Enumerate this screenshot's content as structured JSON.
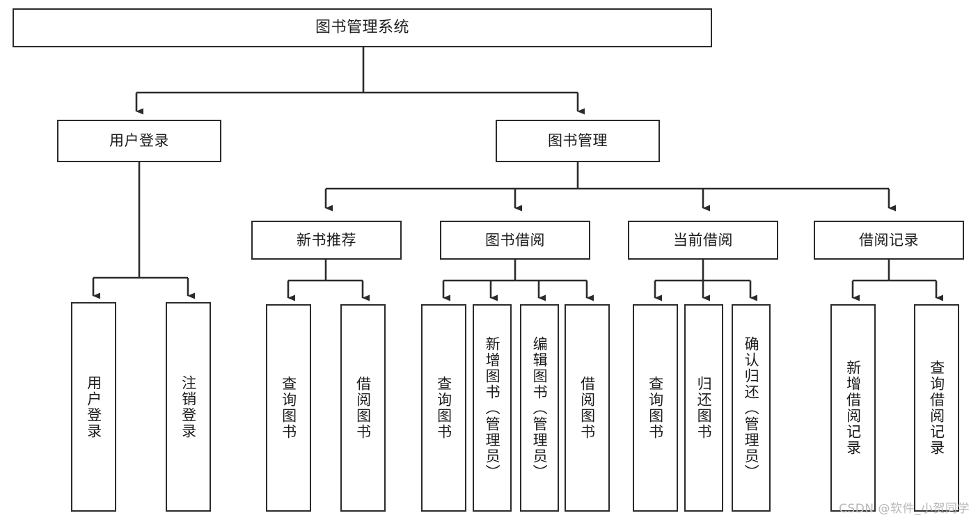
{
  "diagram": {
    "title": "图书管理系统",
    "type": "tree-hierarchy-diagram",
    "background_color": "#ffffff",
    "line_color": "#2b2b2b",
    "box_fill": "#ffffff",
    "text_color": "#1c1c1c",
    "watermark": "CSDN @软件_小贺同学"
  },
  "nodes": {
    "root": {
      "label": "图书管理系统",
      "level": 0
    },
    "l1": [
      {
        "id": "user_login",
        "label": "用户登录",
        "level": 1
      },
      {
        "id": "book_manage",
        "label": "图书管理",
        "level": 1
      }
    ],
    "l2": [
      {
        "id": "new_book_rec",
        "label": "新书推荐",
        "level": 2,
        "parent": "book_manage"
      },
      {
        "id": "book_borrow",
        "label": "图书借阅",
        "level": 2,
        "parent": "book_manage"
      },
      {
        "id": "current_borrow",
        "label": "当前借阅",
        "level": 2,
        "parent": "book_manage"
      },
      {
        "id": "borrow_record",
        "label": "借阅记录",
        "level": 2,
        "parent": "book_manage"
      }
    ],
    "leaves": {
      "user_login": [
        {
          "id": "leaf_user_login",
          "label": "用户登录"
        },
        {
          "id": "leaf_user_logout",
          "label": "注销登录"
        }
      ],
      "new_book_rec": [
        {
          "id": "leaf_query_book_1",
          "label": "查询图书"
        },
        {
          "id": "leaf_borrow_book_1",
          "label": "借阅图书"
        }
      ],
      "book_borrow": [
        {
          "id": "leaf_query_book_2",
          "label": "查询图书"
        },
        {
          "id": "leaf_add_book",
          "label": "新增图书（管理员）"
        },
        {
          "id": "leaf_edit_book",
          "label": "编辑图书（管理员）"
        },
        {
          "id": "leaf_borrow_book_2",
          "label": "借阅图书"
        }
      ],
      "current_borrow": [
        {
          "id": "leaf_query_book_3",
          "label": "查询图书"
        },
        {
          "id": "leaf_return_book",
          "label": "归还图书"
        },
        {
          "id": "leaf_confirm_return",
          "label": "确认归还（管理员）"
        }
      ],
      "borrow_record": [
        {
          "id": "leaf_add_record",
          "label": "新增借阅记录"
        },
        {
          "id": "leaf_query_record",
          "label": "查询借阅记录"
        }
      ]
    }
  }
}
